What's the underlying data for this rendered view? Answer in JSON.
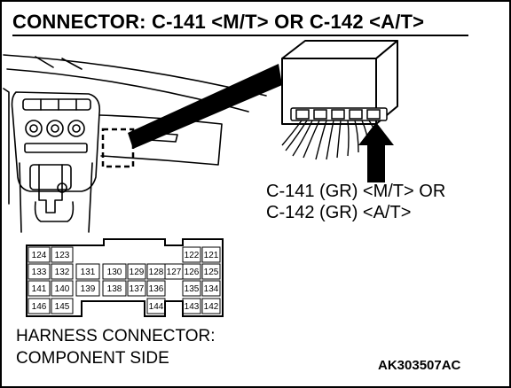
{
  "title": "CONNECTOR: C-141 <M/T> OR C-142 <A/T>",
  "connector_label": {
    "line1": "C-141 (GR) <M/T> OR",
    "line2": "C-142 (GR) <A/T>"
  },
  "harness_label": {
    "line1": "HARNESS CONNECTOR:",
    "line2": "COMPONENT SIDE"
  },
  "figure_code": "AK303507AC",
  "pins": {
    "p124": "124",
    "p123": "123",
    "p122": "122",
    "p121": "121",
    "p133": "133",
    "p132": "132",
    "p131": "131",
    "p130": "130",
    "p129": "129",
    "p128": "128",
    "p127": "127",
    "p126": "126",
    "p125": "125",
    "p141": "141",
    "p140": "140",
    "p139": "139",
    "p138": "138",
    "p137": "137",
    "p136": "136",
    "p135": "135",
    "p134": "134",
    "p146": "146",
    "p145": "145",
    "p144": "144",
    "p143": "143",
    "p142": "142"
  }
}
